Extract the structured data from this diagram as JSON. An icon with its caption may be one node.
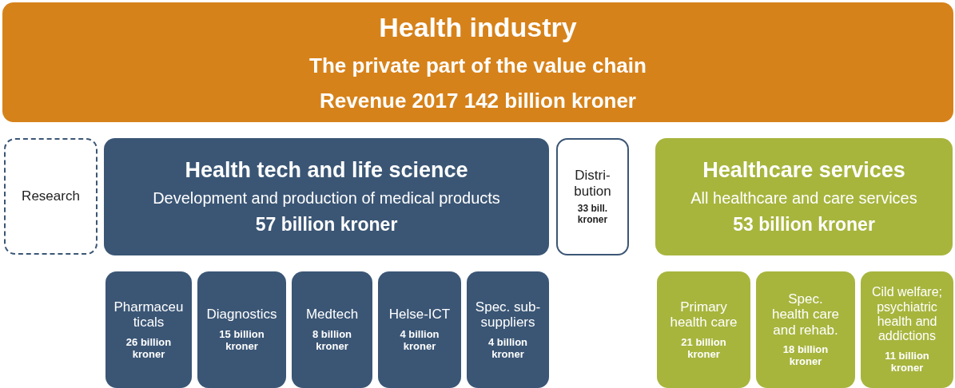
{
  "diagram": {
    "nodes": [
      {
        "text": [
          "Health industry",
          "The private part of the value chain",
          "Revenue 2017 142 billion kroner"
        ]
      },
      {
        "text": [
          "Research"
        ]
      },
      {
        "text": [
          "Health tech and life science",
          "Development and production of medical products",
          "57 billion kroner"
        ]
      },
      {
        "text": [
          "Distri- bution",
          "33 bill. kroner"
        ]
      },
      {
        "text": [
          "Healthcare services",
          "All healthcare and care services",
          "53 billion kroner"
        ]
      },
      {
        "text": [
          "Pharmaceu ticals",
          "26 billion kroner"
        ]
      },
      {
        "text": [
          "Diagnostics",
          "15 billion kroner"
        ]
      },
      {
        "text": [
          "Medtech",
          "8 billion kroner"
        ]
      },
      {
        "text": [
          "Helse-ICT",
          "4 billion kroner"
        ]
      },
      {
        "text": [
          "Spec. sub- suppliers",
          "4 billion kroner"
        ]
      },
      {
        "text": [
          "Primary health care",
          "21 billion kroner"
        ]
      },
      {
        "text": [
          "Spec. health care and rehab.",
          "18 billion kroner"
        ]
      },
      {
        "text": [
          "Cild welfare; psychiatric health and addictions",
          "11 billion kroner"
        ]
      }
    ]
  }
}
